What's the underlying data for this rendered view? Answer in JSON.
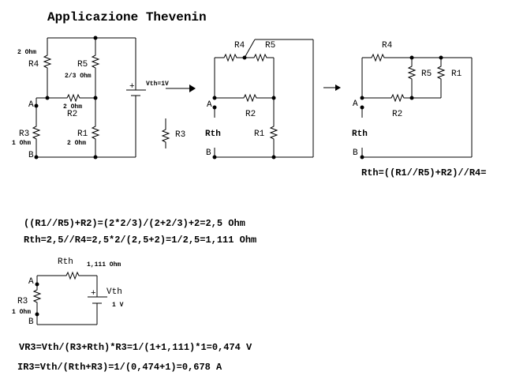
{
  "title": "Applicazione Thevenin",
  "circuit1": {
    "R4": "R4",
    "R4_value": "2 Ohm",
    "R5": "R5",
    "R5_value": "2/3 Ohm",
    "R2": "R2",
    "R2_value": "2 Ohm",
    "R3": "R3",
    "R3_value": "1 Ohm",
    "R1": "R1",
    "R1_value": "2 Ohm",
    "node_a": "A",
    "node_b": "B",
    "source": "Vth=1V",
    "plus": "+"
  },
  "load": {
    "R3": "R3"
  },
  "circuit2": {
    "R4": "R4",
    "R5": "R5",
    "R2": "R2",
    "R1": "R1",
    "node_a": "A",
    "node_b": "B",
    "rth": "Rth"
  },
  "circuit3": {
    "R4": "R4",
    "R5": "R5",
    "R1": "R1",
    "R2": "R2",
    "node_a": "A",
    "node_b": "B",
    "rth": "Rth",
    "formula": "Rth=((R1//R5)+R2)//R4="
  },
  "equations": {
    "eq1": "((R1//R5)+R2)=(2*2/3)/(2+2/3)+2=2,5 Ohm",
    "eq2": "Rth=2,5//R4=2,5*2/(2,5+2)=1/2,5=1,111 Ohm"
  },
  "circuit4": {
    "rth": "Rth",
    "rth_value": "1,111 Ohm",
    "R3": "R3",
    "R3_value": "1 Ohm",
    "node_a": "A",
    "node_b": "B",
    "vth": "Vth",
    "vth_value": "1 V",
    "plus": "+"
  },
  "results": {
    "vr3": "VR3=Vth/(R3+Rth)*R3=1/(1+1,111)*1=0,474 V",
    "ir3": "IR3=Vth/(Rth+R3)=1/(0,474+1)=0,678 A"
  }
}
